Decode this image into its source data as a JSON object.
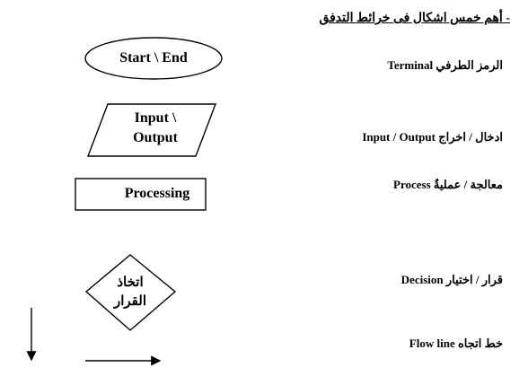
{
  "title": "- أهم خمس اشكال فى خرائط التدفق",
  "rows": [
    {
      "shape": "terminal",
      "shape_text": "Start \\ End",
      "label": "الرمز الطرفي Terminal"
    },
    {
      "shape": "input-output",
      "shape_text_line1": "Input \\",
      "shape_text_line2": "Output",
      "label": "Input / Output ادخال / اخراج"
    },
    {
      "shape": "process",
      "shape_text": "Processing",
      "label": "معالجة / عمليةٌ Process"
    },
    {
      "shape": "decision",
      "shape_text_line1": "اتخاذ",
      "shape_text_line2": "القرار",
      "label": "قرار / اختيار Decision"
    },
    {
      "shape": "flow-line",
      "label": "خط اتجاه Flow line"
    }
  ]
}
